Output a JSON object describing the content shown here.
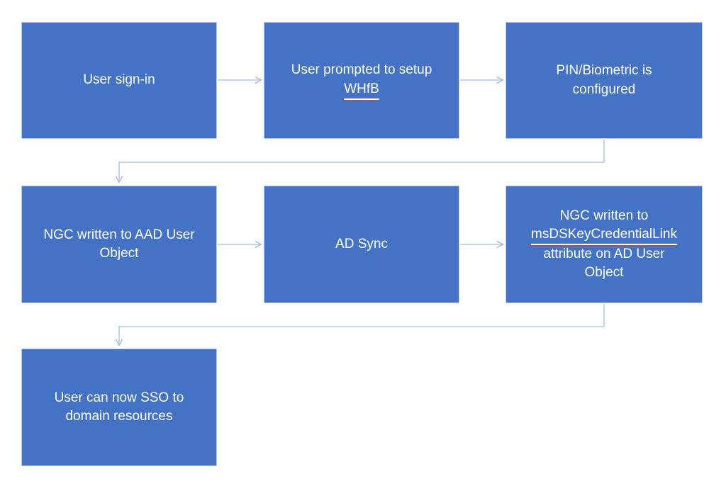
{
  "colors": {
    "box_fill": "#4472c4",
    "box_border": "#bccbea",
    "box_text": "#ffffff",
    "connector": "#a4bbe2",
    "spellcheck_red": "#c9473a",
    "background": "#ffffff"
  },
  "nodes": {
    "user_sign_in": {
      "label": "User sign-in"
    },
    "prompt_whfb": {
      "prefix": "User prompted to setup ",
      "misspelled": "WHfB"
    },
    "pin_biometric": {
      "label": "PIN/Biometric is configured"
    },
    "ngc_aad": {
      "label": "NGC written to AAD User Object"
    },
    "ad_sync": {
      "label": "AD Sync"
    },
    "ngc_msds": {
      "prefix": "NGC written to ",
      "misspelled": "msDSKeyCredentialLink",
      "suffix": " attribute on AD User Object"
    },
    "sso": {
      "label": "User can now SSO to domain resources"
    }
  },
  "edges": [
    {
      "from": "user_sign_in",
      "to": "prompt_whfb"
    },
    {
      "from": "prompt_whfb",
      "to": "pin_biometric"
    },
    {
      "from": "pin_biometric",
      "to": "ngc_aad"
    },
    {
      "from": "ngc_aad",
      "to": "ad_sync"
    },
    {
      "from": "ad_sync",
      "to": "ngc_msds"
    },
    {
      "from": "ngc_msds",
      "to": "sso"
    }
  ]
}
